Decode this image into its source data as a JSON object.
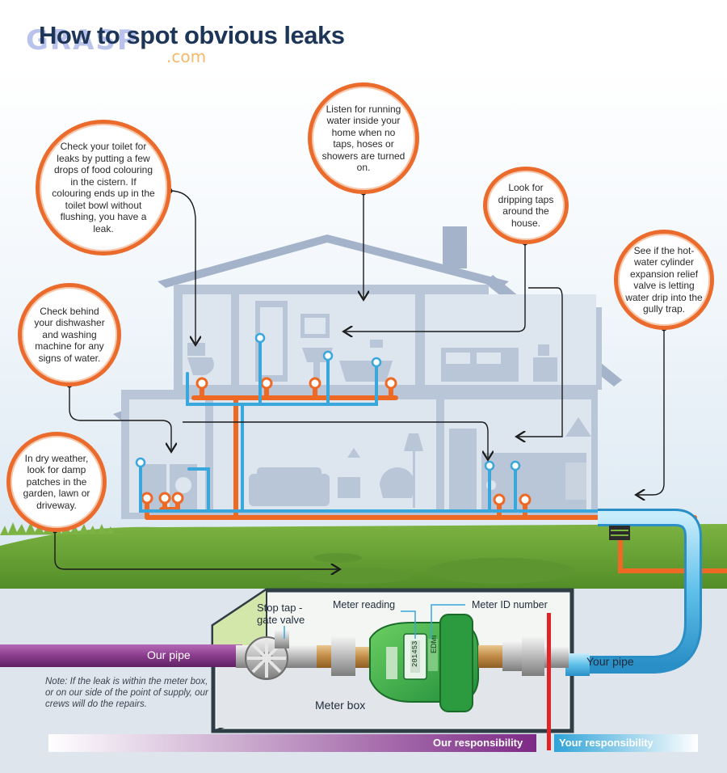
{
  "title": "How to spot obvious leaks",
  "watermark": {
    "name": "GRASP",
    "suffix": ".com"
  },
  "tips": {
    "toilet": "Check your toilet for leaks by putting a few drops of food colouring in the cistern. If colouring ends up in the toilet bowl without flushing, you have a leak.",
    "listen": "Listen for running water inside your home when no taps, hoses or showers are turned on.",
    "taps": "Look for dripping taps around the house.",
    "hot_water": "See if the hot-water cylinder expansion relief valve is letting water drip into the gully trap.",
    "dishwasher": "Check behind your dishwasher and washing machine for any signs of water.",
    "garden": "In dry weather, look for damp patches in the garden, lawn or driveway."
  },
  "meter": {
    "stop_tap": "Stop tap -\ngate valve",
    "meter_reading": "Meter reading",
    "meter_id": "Meter ID number",
    "our_pipe": "Our pipe",
    "your_pipe": "Your pipe",
    "meter_box": "Meter box",
    "brand": "EDMI",
    "display": "201453",
    "note": "Note: If the leak is within the meter box, or on our side of the point of supply, our crews will do the repairs."
  },
  "responsibility": {
    "ours": "Our responsibility",
    "yours": "Your responsibility"
  },
  "colors": {
    "orange_pipe": "#ee6a24",
    "blue_pipe": "#3aa7dc",
    "purple_pipe": "#8a3c8c",
    "house": "#b9c6d8",
    "house_roof": "#a4b3c9",
    "grass": "#6aa233",
    "meter_green": "#3bb04a",
    "boundary_red": "#e02428",
    "bubble_border": "#ea6b2c"
  }
}
